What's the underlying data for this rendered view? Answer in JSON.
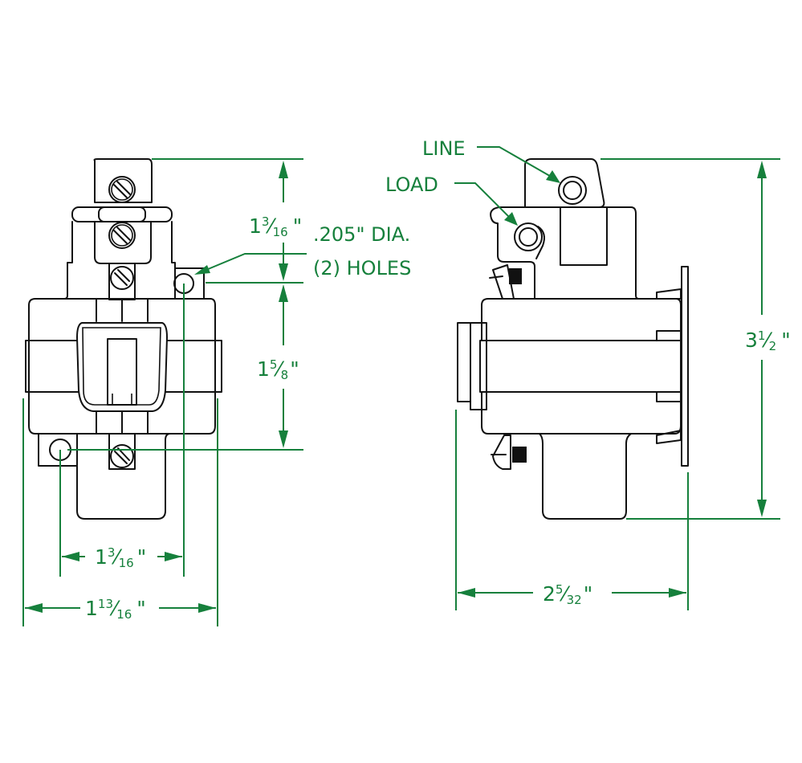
{
  "drawing": {
    "colors": {
      "dimension": "#16803c",
      "part_outline": "#111111",
      "background": "#ffffff"
    },
    "front_view": {
      "dimensions": {
        "top_to_hole": {
          "whole": "1",
          "num": "3",
          "den": "16",
          "unit": "\""
        },
        "hole_to_hole": {
          "whole": "1",
          "num": "5",
          "den": "8",
          "unit": "\""
        },
        "hole_spacing_width": {
          "whole": "1",
          "num": "3",
          "den": "16",
          "unit": "\""
        },
        "overall_width": {
          "whole": "1",
          "num": "13",
          "den": "16",
          "unit": "\""
        }
      },
      "hole_note": {
        "line1": ".205\" DIA.",
        "line2": "(2) HOLES"
      }
    },
    "side_view": {
      "callouts": {
        "line": "LINE",
        "load": "LOAD"
      },
      "dimensions": {
        "overall_height": {
          "whole": "3",
          "num": "1",
          "den": "2",
          "unit": "\""
        },
        "overall_depth": {
          "whole": "2",
          "num": "5",
          "den": "32",
          "unit": "\""
        }
      }
    }
  }
}
